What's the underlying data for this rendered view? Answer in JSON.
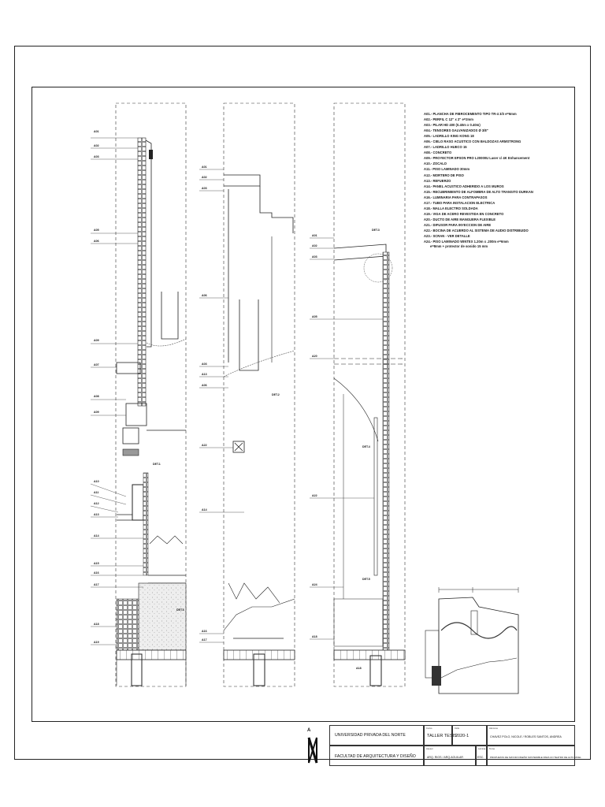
{
  "legend": [
    "A01.- PLANCHA DE FIBROCEMENTO TIPO TR-4 3/3 e=6mm",
    "A02.- PERFIL C 12\" x 2\" e=2mm",
    "A03.- PILAR HD 400 (0.40m x 0.40m)",
    "A04.- TENSORES GALVANIZADOS Ø 3/8\"",
    "A05.- LADRILLO KING KONG 18",
    "A06.- CIELO RASO ACUSTICO CON BALDOZAS ARMSTRONG",
    "A07.- LADRILLO HUECO 15",
    "A08.- CONCRETO",
    "A09.- PROYECTOR EPSON PRO L20000U Laser c/ 4K Enhancement",
    "A10.- ZOCALO",
    "A11.- PISO LAMINADO 30mm",
    "A12.- MORTERO DE PISO",
    "A13.- REFUERZO",
    "A14.- PANEL ACUSTICO ADHERIDO A LOS MUROS",
    "A15.- RECUBRIMIENTO DE ALFOMBRA DE ALTO TRANSITO DURKAN",
    "A16.- LUMINARIA PARA CONTRAPASOS",
    "A17.- TUBO PARA INSTALACION ELECTRICA",
    "A18.- MALLA ELECTRO SOLDADA",
    "A19.- VIGA DE ACERO REVESTIDA EN CONCRETO",
    "A20.- DUCTO DE AIRE MANGUERA FLEXIBLE",
    "A21.- DIFUSOR PARA INYECCION DE AIRE",
    "A22.- BOCINA DE ACUERDO AL SISTEMA DE AUDIO DISTRIBUIDO",
    "A23.- SCRAN - VER DETALLE",
    "A24.- PISO LAMINADO WINTEX 1.20m x .200m e=6mm"
  ],
  "legend_sub": "e=8mm + protector de sonido 15 mm",
  "tags": {
    "section1": [
      "A01",
      "A02",
      "A03",
      "A05",
      "A06",
      "A09",
      "A07",
      "A08",
      "A09",
      "A10",
      "A11",
      "A12",
      "A13",
      "A14",
      "A15",
      "A16",
      "A17",
      "A18",
      "A19"
    ],
    "section2": [
      "A01",
      "A02",
      "A03",
      "A06",
      "A03",
      "A13",
      "A06",
      "A22",
      "A14",
      "A16",
      "A17"
    ],
    "section3": [
      "A01",
      "A02",
      "A03",
      "A05",
      "A20",
      "A22",
      "A24",
      "A18"
    ],
    "details": [
      "DET.1",
      "DET.2",
      "DET.3",
      "DET.4",
      "DET.5",
      "DET.6",
      "A18"
    ]
  },
  "title_block": {
    "university": "UNIVERSIDAD PRIVADA DEL NORTE",
    "faculty": "FACULTAD DE ARQUITECTURA Y DISEÑO",
    "course_label": "Curso",
    "course": "TALLER TESIS",
    "cycle_label": "Ciclo",
    "cycle": "2020-1",
    "authors_label": "Alumnos",
    "authors": "CHAVEZ POLO, NICOLE / ROBLES SANTOS, ANDREA",
    "advisor_label": "Asesor",
    "advisor": "ARQ. RIOS / ARQ.AGUILAR",
    "sheet_label": "Lámina",
    "sheet": "ESC.",
    "project_label": "Tema",
    "project": "PROPUESTA DE MAYOR DISEÑO SOSTENIBLE PARA UN TEATRO DE ALTO NIVEL"
  },
  "north": {
    "letter": "N",
    "scale": "A"
  }
}
